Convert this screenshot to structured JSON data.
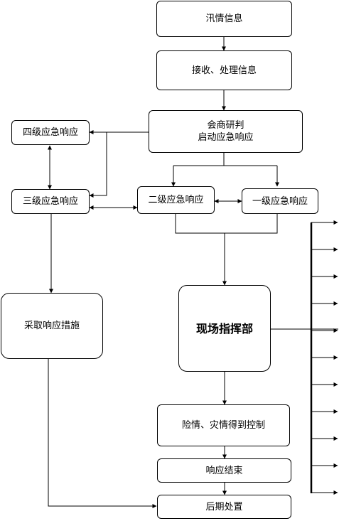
{
  "nodes": {
    "flood_info": "汛情信息",
    "receive": "接收、处理信息",
    "consult": "会商研判\n启动应急响应",
    "level4": "四级应急响应",
    "level3": "三级应急响应",
    "level2": "二级应急响应",
    "level1": "一级应急响应",
    "measures": "采取响应措施",
    "hq": "现场指挥部",
    "controlled": "险情、灾情得到控制",
    "end": "响应结束",
    "aftermath": "后期处置"
  }
}
